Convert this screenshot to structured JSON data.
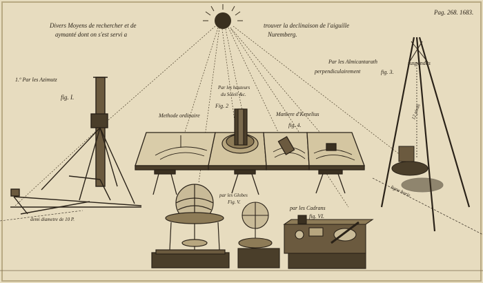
{
  "header": {
    "page_ref": "Pag. 268. 1683.",
    "title_line1_left": "Divers Moyens de rechercher et de",
    "title_line2_left": "aymanté dont on s'est servi a",
    "title_line1_right": "trouver la declinaison de l'aiguille",
    "title_line2_right": "Nuremberg."
  },
  "figures": {
    "azimuts_label": "1.º Par les Azimutz",
    "fig1": "fig. I.",
    "demi_diametre": "demi diametre de 10 P.",
    "hauteurs_line1": "Par les hauteurs",
    "hauteurs_line2": "du Soleil &c.",
    "fig2": "Fig. 2",
    "methode": "Methode ordinaire",
    "maniere": "Maniere d'Kenelius",
    "fig4": "fig. 4.",
    "almicantarath_line1": "Par les Almicantarath",
    "almicantarath_line2": "perpendiculairement",
    "fig3": "fig. 3.",
    "suspendus": "suspendus",
    "pieds": "12 pieds",
    "ligne_horiz": "ligne horiz",
    "globes_line1": "par les Globes",
    "globes_line2": "Fig. V.",
    "cadrans": "par les Cadrans",
    "fig6": "fig. VI."
  },
  "colors": {
    "paper": "#e7dcbf",
    "ink": "#2a2218",
    "shade": "#c9bb98"
  }
}
